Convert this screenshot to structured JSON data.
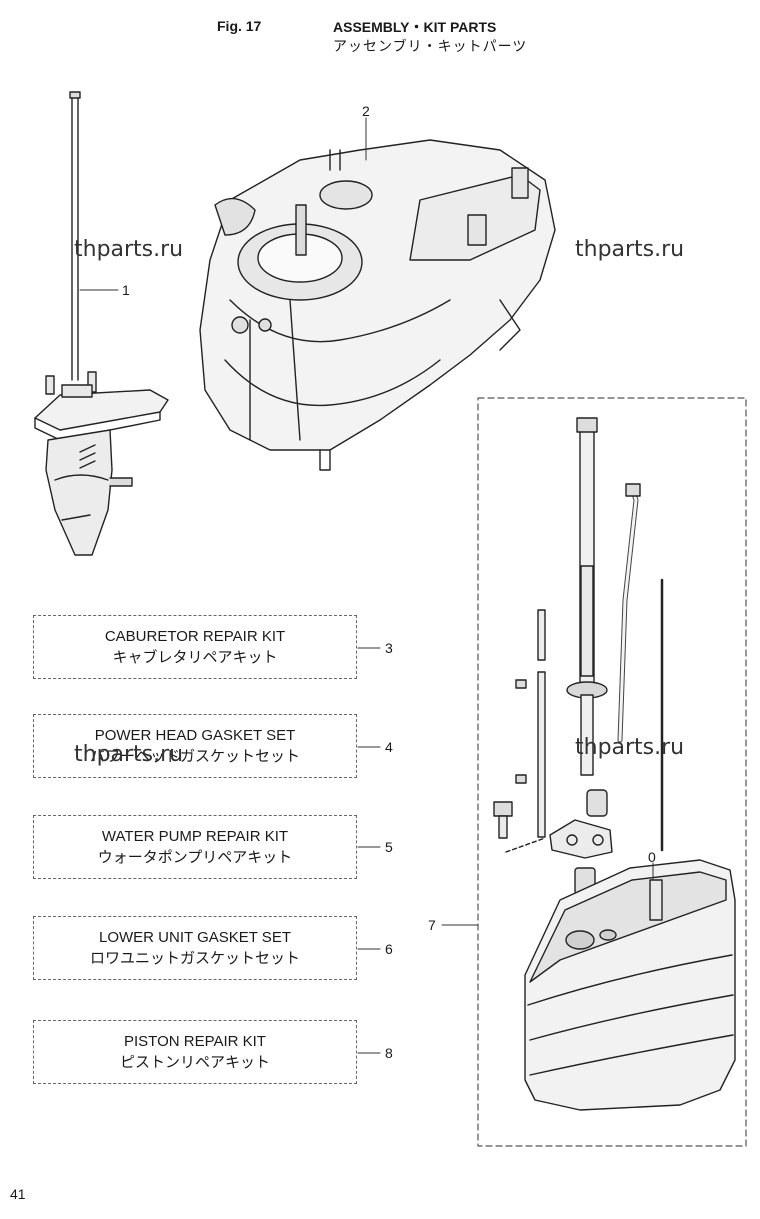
{
  "header": {
    "fig_label": "Fig. 17",
    "title": "ASSEMBLY・KIT PARTS",
    "title_jp": "アッセンブリ・キットパーツ"
  },
  "watermarks": [
    "thparts.ru",
    "thparts.ru",
    "thparts.ru",
    "thparts.ru"
  ],
  "callouts": {
    "c1": "1",
    "c2": "2",
    "c3": "3",
    "c4": "4",
    "c5": "5",
    "c6": "6",
    "c7": "7",
    "c8": "8",
    "c0": "0"
  },
  "kits": [
    {
      "name": "CABURETOR REPAIR KIT",
      "name_jp": "キャブレタリペアキット"
    },
    {
      "name": "POWER HEAD GASKET SET",
      "name_jp": "パワーヘッドガスケットセット"
    },
    {
      "name": "WATER PUMP REPAIR KIT",
      "name_jp": "ウォータポンプリペアキット"
    },
    {
      "name": "LOWER UNIT GASKET SET",
      "name_jp": "ロワユニットガスケットセット"
    },
    {
      "name": "PISTON REPAIR KIT",
      "name_jp": "ピストンリペアキット"
    }
  ],
  "footer": {
    "page_number": "41"
  }
}
